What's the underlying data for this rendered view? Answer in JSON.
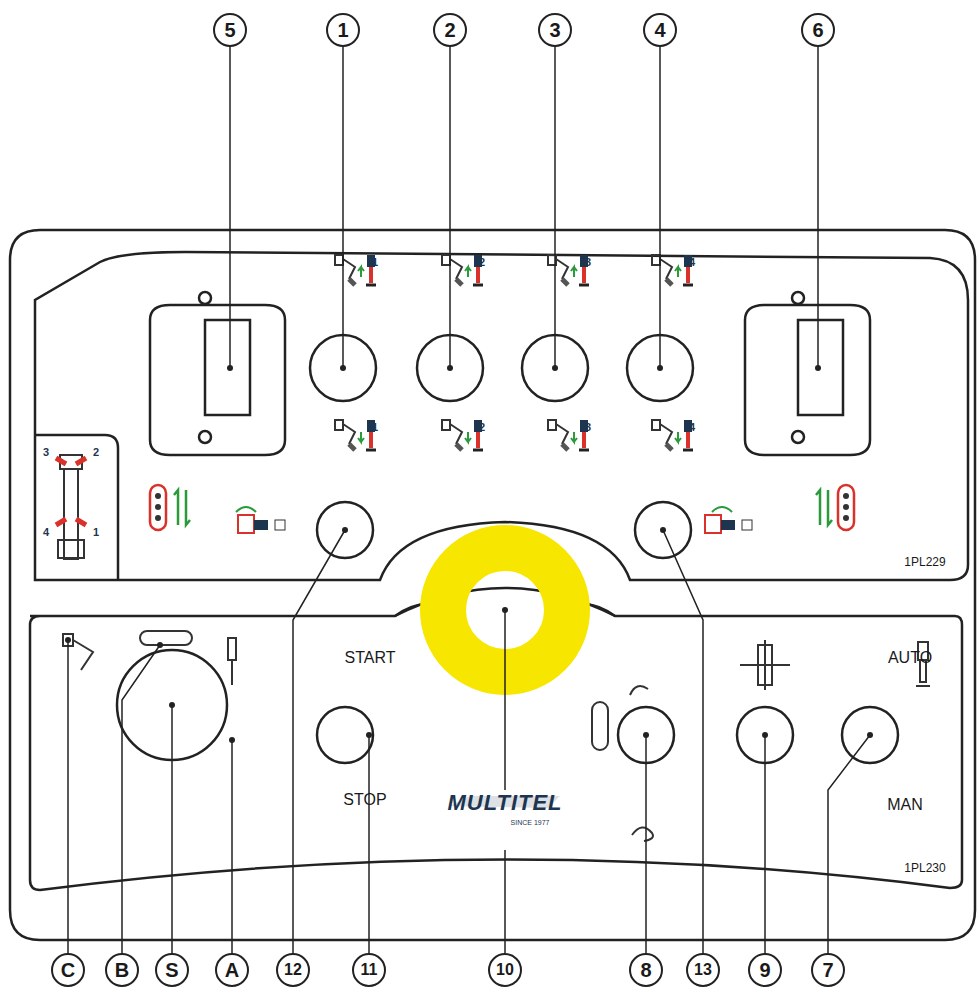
{
  "diagram": {
    "labels": [
      "5",
      "1",
      "2",
      "3",
      "4",
      "6",
      "1",
      "2",
      "3",
      "4",
      "1",
      "2",
      "3",
      "4",
      "3",
      "2",
      "4",
      "1",
      "1PL229",
      "START",
      "STOP",
      "AUTO",
      "MAN",
      "1PL230",
      "MULTITEL",
      "SINCE 1977",
      "C",
      "B",
      "S",
      "A",
      "12",
      "11",
      "10",
      "8",
      "13",
      "9",
      "7"
    ]
  }
}
